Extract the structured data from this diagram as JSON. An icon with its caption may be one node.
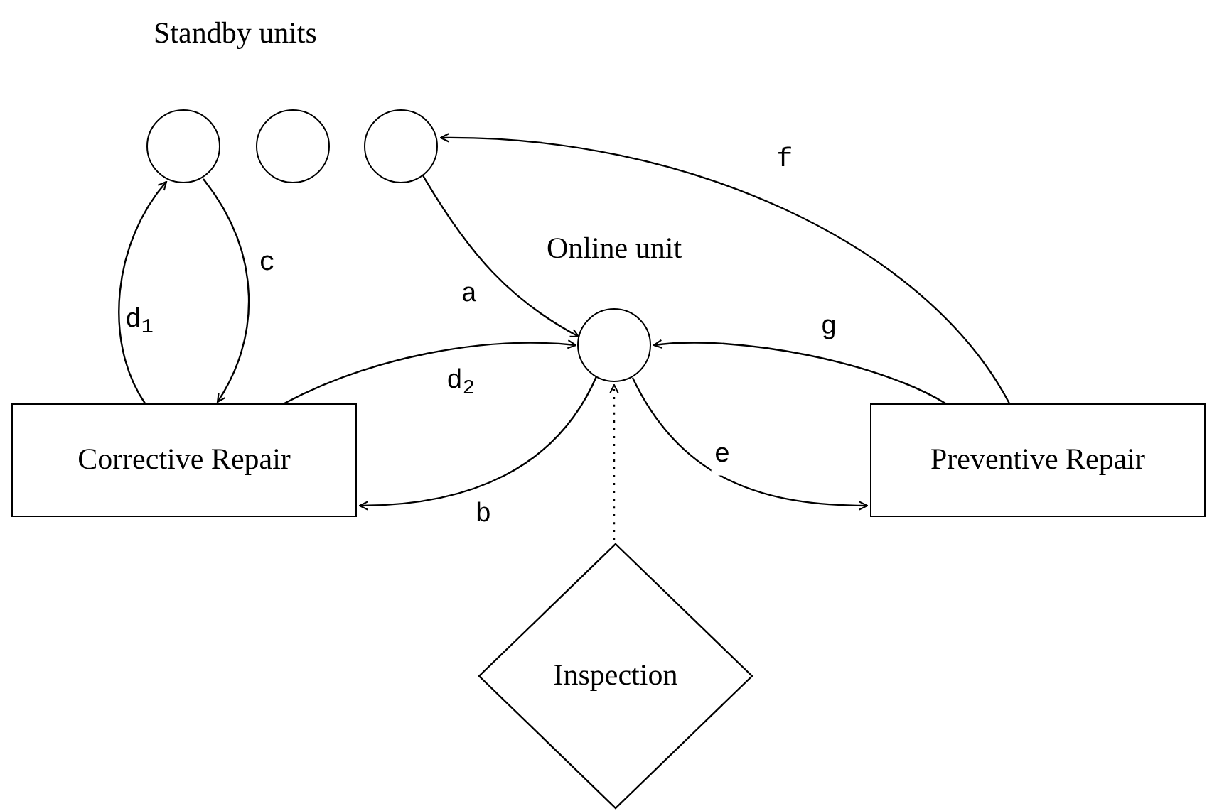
{
  "diagram": {
    "nodes": [
      {
        "text": [],
        "shape": "circle"
      },
      {
        "text": [],
        "shape": "circle"
      },
      {
        "text": [],
        "shape": "circle"
      },
      {
        "text": [],
        "shape": "circle",
        "beside": [
          "Online unit"
        ]
      },
      {
        "text": [
          "Corrective Repair"
        ]
      },
      {
        "text": [
          "Preventive Repair"
        ]
      },
      {
        "text": [
          "Inspection"
        ]
      }
    ],
    "edges": [
      {
        "from": 2,
        "to": 3,
        "arrow": "to",
        "label": "a"
      },
      {
        "from": 3,
        "to": 4,
        "arrow": "to",
        "label": "b"
      },
      {
        "from": 0,
        "to": 4,
        "arrow": "to",
        "label": "c"
      },
      {
        "from": 4,
        "to": 0,
        "arrow": "to",
        "label": "d$_{1}$"
      },
      {
        "from": 4,
        "to": 3,
        "arrow": "to",
        "label": "d$_{2}$"
      },
      {
        "from": 3,
        "to": 5,
        "arrow": "to",
        "label": "e"
      },
      {
        "from": 5,
        "to": 2,
        "arrow": "to",
        "label": "f"
      },
      {
        "from": 5,
        "to": 3,
        "arrow": "to",
        "label": "g"
      },
      {
        "from": 6,
        "to": 3,
        "arrow": "to",
        "style": "dashed"
      }
    ],
    "labels": [
      "Standby units"
    ]
  }
}
